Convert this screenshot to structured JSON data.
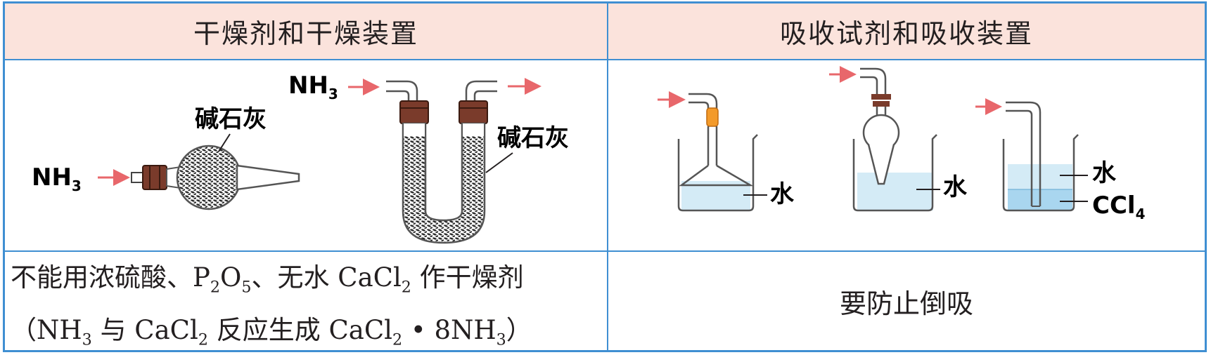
{
  "header": {
    "left": "干燥剂和干燥装置",
    "right": "吸收试剂和吸收装置"
  },
  "drying": {
    "bulb": {
      "gas": "NH",
      "gas_sub": "3",
      "reagent": "碱石灰"
    },
    "utube": {
      "gas": "NH",
      "gas_sub": "3",
      "reagent": "碱石灰"
    }
  },
  "absorption": {
    "beaker1": {
      "liquid": "水"
    },
    "beaker2": {
      "liquid": "水"
    },
    "beaker3": {
      "upper": "水",
      "lower": "CCl",
      "lower_sub": "4"
    }
  },
  "notes": {
    "left_line1": [
      "不能用浓硫酸、P",
      "2",
      "O",
      "5",
      "、无水 CaCl",
      "2",
      " 作干燥剂"
    ],
    "left_line2": [
      "（NH",
      "3",
      " 与 CaCl",
      "2",
      " 反应生成 CaCl",
      "2",
      " • 8NH",
      "3",
      "）"
    ],
    "right": "要防止倒吸"
  },
  "colors": {
    "border": "#3f8fd2",
    "header_bg": "#fbe3dc",
    "arrow": "#e8676b",
    "water": "#d4ebf6",
    "ccl4": "#a9d6ef",
    "stopper": "#7a3b2b",
    "tube_joint": "#f39a2a"
  }
}
